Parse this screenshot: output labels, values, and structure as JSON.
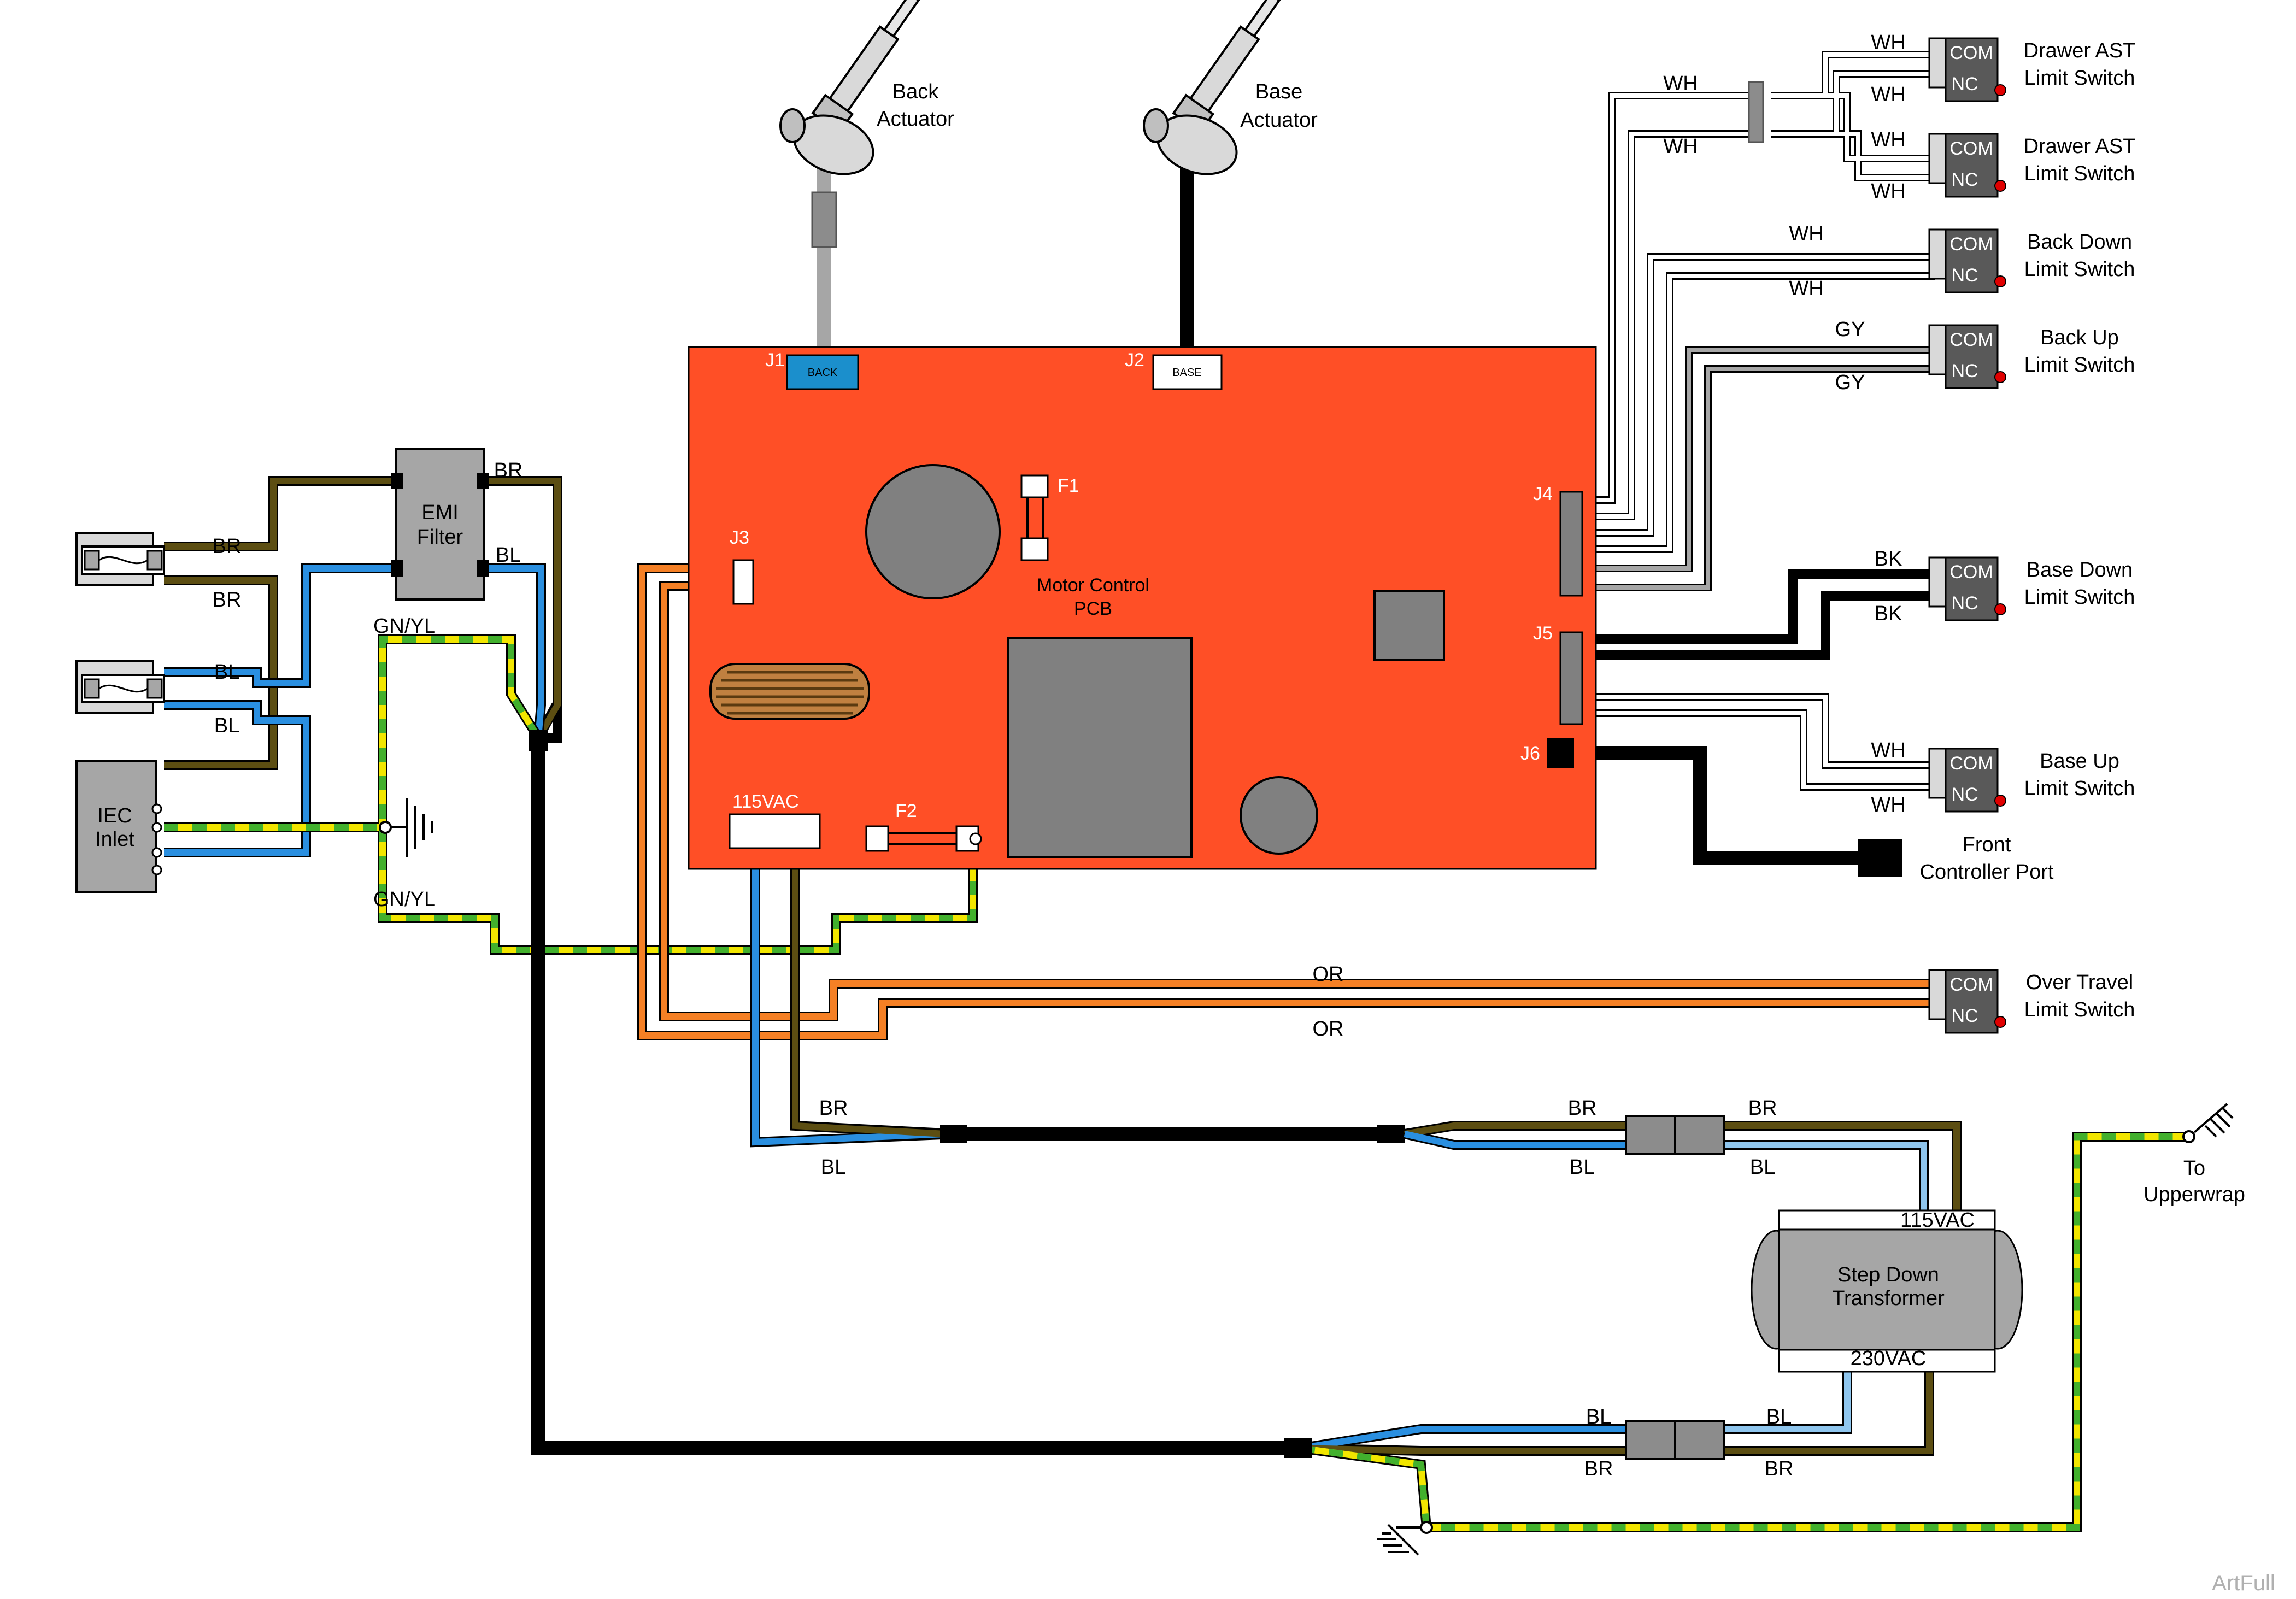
{
  "colors": {
    "pcb": "#ff4f26",
    "brown": "#5c4e12",
    "blue": "#2a8fe0",
    "light_blue": "#8fc6ee",
    "orange": "#f58025",
    "gray_wire": "#a6a6a6",
    "green": "#42b02d",
    "yellow": "#f2e600",
    "black": "#000000",
    "switch_gray": "#7f7f7f",
    "component_gray": "#a6a6a6"
  },
  "actuators": {
    "back": "Back\nActuator",
    "base": "Base\nActuator"
  },
  "pcb": {
    "title": "Motor Control\nPCB",
    "j1": "J1",
    "j1_label": "BACK",
    "j2": "J2",
    "j2_label": "BASE",
    "j3": "J3",
    "j4": "J4",
    "j5": "J5",
    "j6": "J6",
    "f1": "F1",
    "f2": "F2",
    "voltage": "115VAC"
  },
  "emi_filter": "EMI\nFilter",
  "iec_inlet": "IEC\nInlet",
  "switches": [
    {
      "name": "Drawer AST\nLimit Switch",
      "com": "COM",
      "nc": "NC"
    },
    {
      "name": "Drawer AST\nLimit Switch",
      "com": "COM",
      "nc": "NC"
    },
    {
      "name": "Back Down\nLimit Switch",
      "com": "COM",
      "nc": "NC"
    },
    {
      "name": "Back Up\nLimit Switch",
      "com": "COM",
      "nc": "NC"
    },
    {
      "name": "Base Down\nLimit Switch",
      "com": "COM",
      "nc": "NC"
    },
    {
      "name": "Base Up\nLimit Switch",
      "com": "COM",
      "nc": "NC"
    },
    {
      "name": "Over Travel\nLimit Switch",
      "com": "COM",
      "nc": "NC"
    }
  ],
  "front_port": "Front\nController Port",
  "transformer": {
    "name": "Step Down\nTransformer",
    "top": "115VAC",
    "bottom": "230VAC"
  },
  "upperwrap": "To\nUpperwrap",
  "wire_labels": {
    "br": "BR",
    "bl": "BL",
    "wh": "WH",
    "gy": "GY",
    "bk": "BK",
    "or": "OR",
    "gnyl": "GN/YL"
  },
  "watermark": "ArtFull"
}
